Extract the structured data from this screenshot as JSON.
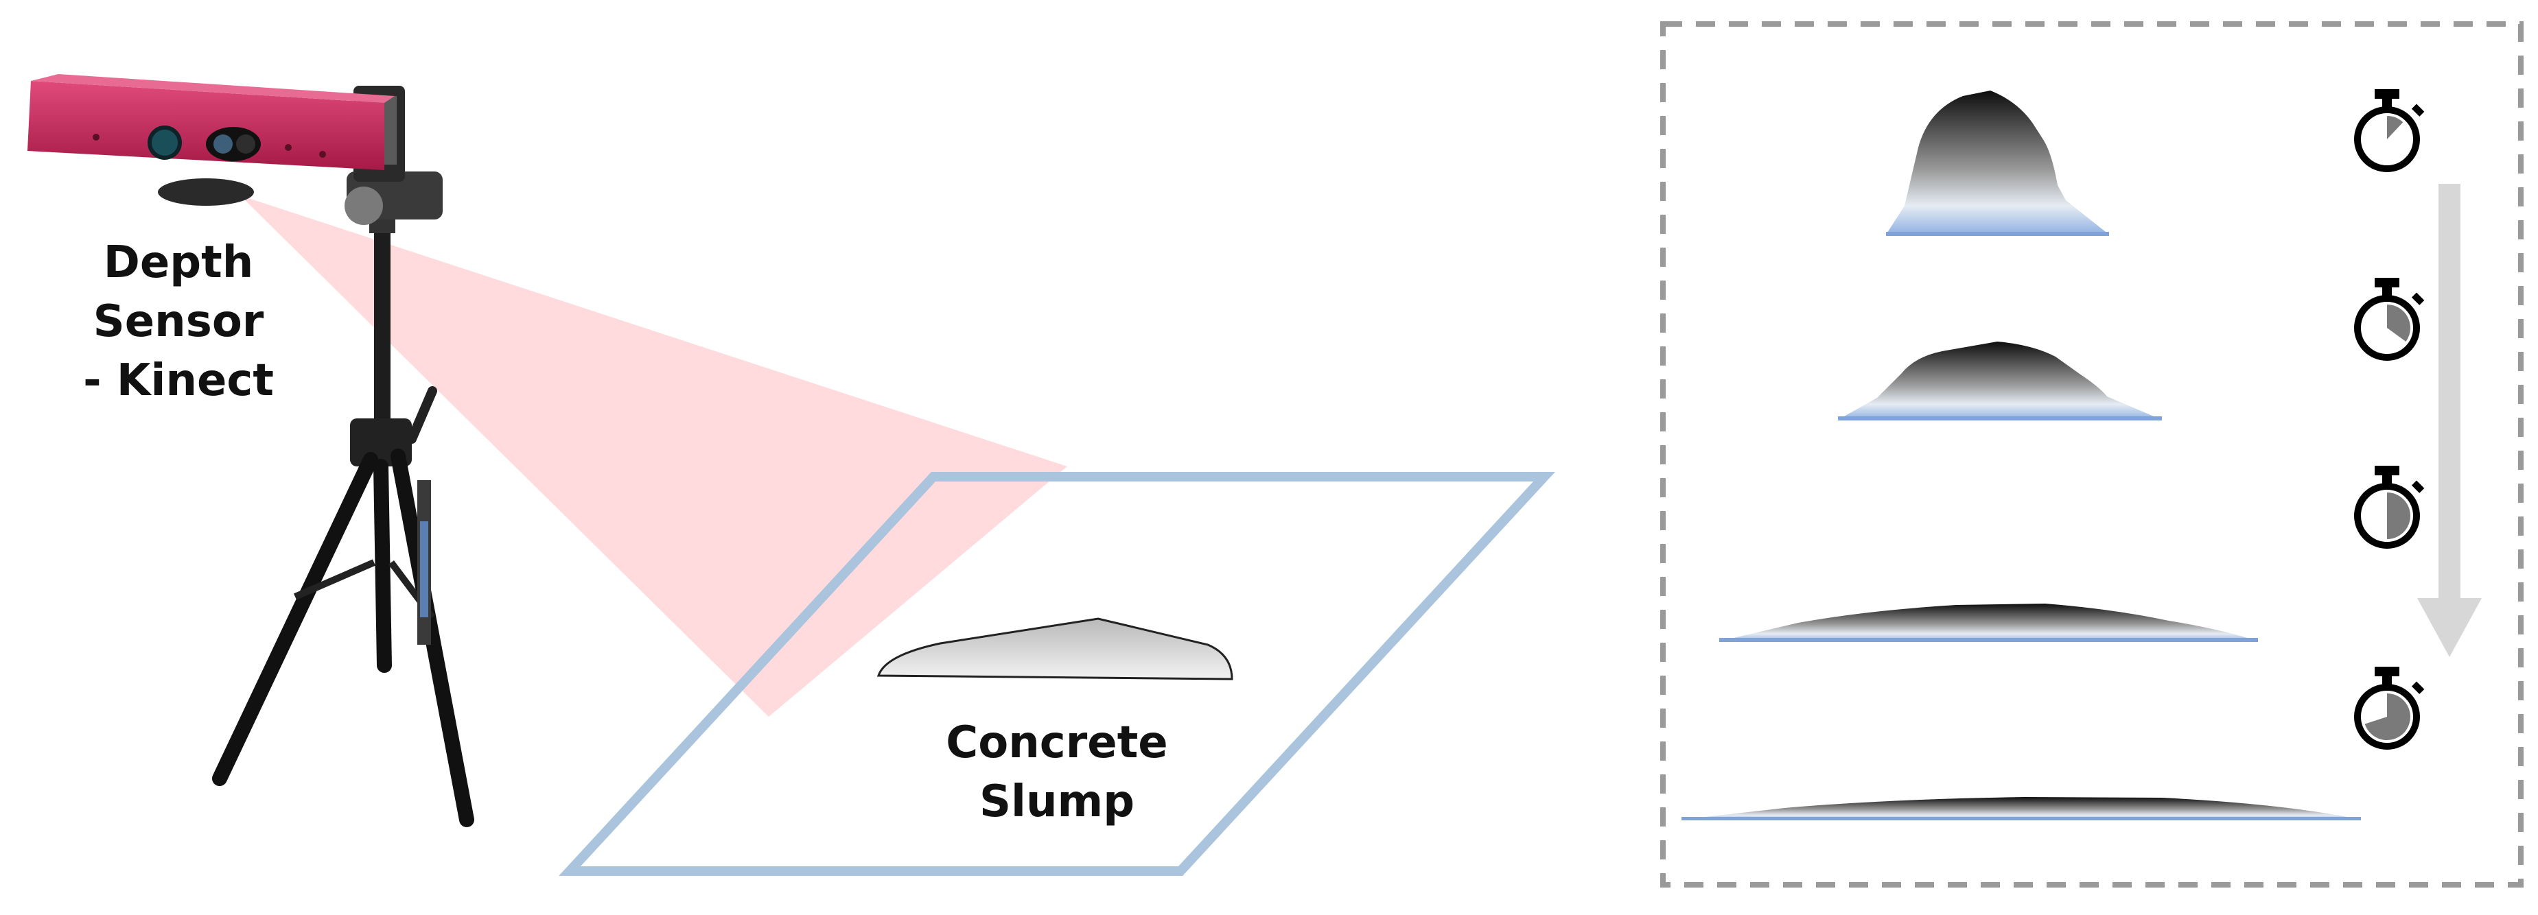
{
  "labels": {
    "sensor": [
      "Depth",
      "Sensor",
      "- Kinect"
    ],
    "slump": [
      "Concrete",
      "Slump"
    ]
  },
  "stages": [
    {
      "step": 1,
      "timer_fraction": 0.12
    },
    {
      "step": 2,
      "timer_fraction": 0.35
    },
    {
      "step": 3,
      "timer_fraction": 0.5
    },
    {
      "step": 4,
      "timer_fraction": 0.7
    }
  ],
  "colors": {
    "sensor_body": "#c8245a",
    "view_cone": "#ffc8cc",
    "plate_outline": "#a9c4dc",
    "base_blue": "#7fa3d9",
    "arrow": "#d7d7d7",
    "dashed_border": "#9a9a9a"
  },
  "icons": [
    "depth-sensor-icon",
    "tripod-icon",
    "stopwatch-icon",
    "down-arrow-icon"
  ]
}
